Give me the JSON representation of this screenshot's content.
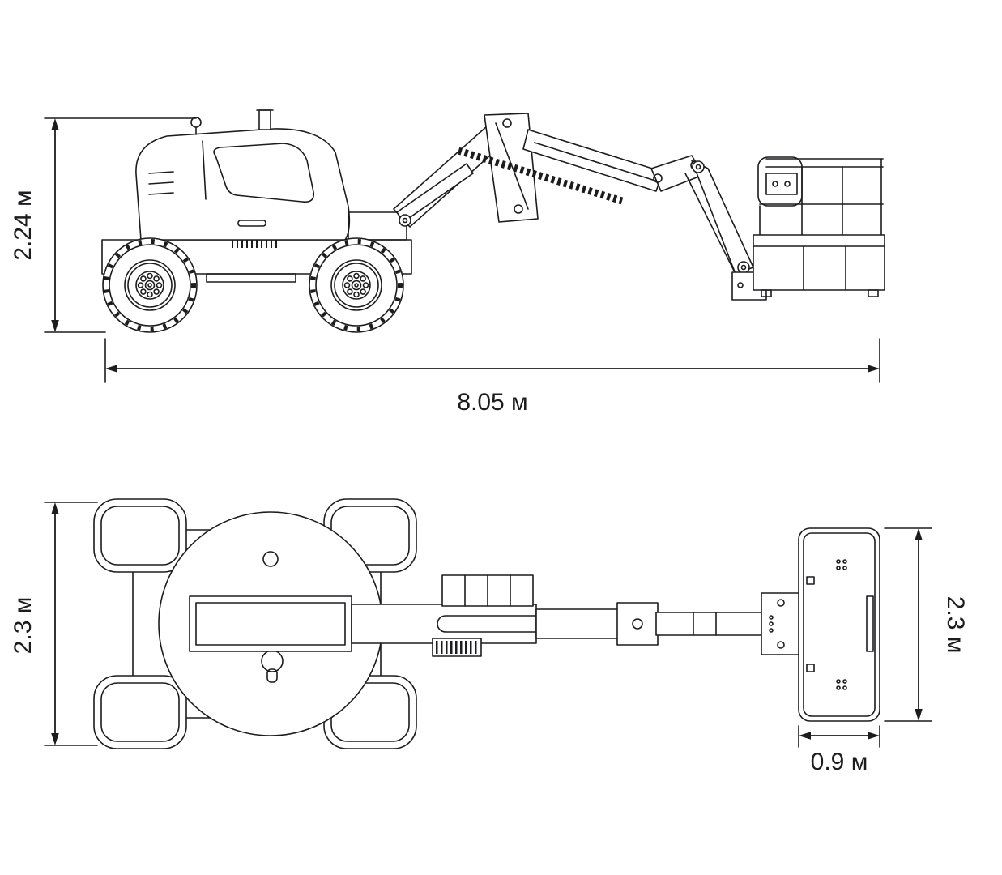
{
  "colors": {
    "background": "#ffffff",
    "line": "#1c1c1e"
  },
  "side_view": {
    "height_label": "2.24 м",
    "length_label": "8.05 м"
  },
  "top_view": {
    "width_label": "2.3 м",
    "platform_length_label": "2.3 м",
    "platform_width_label": "0.9 м"
  }
}
